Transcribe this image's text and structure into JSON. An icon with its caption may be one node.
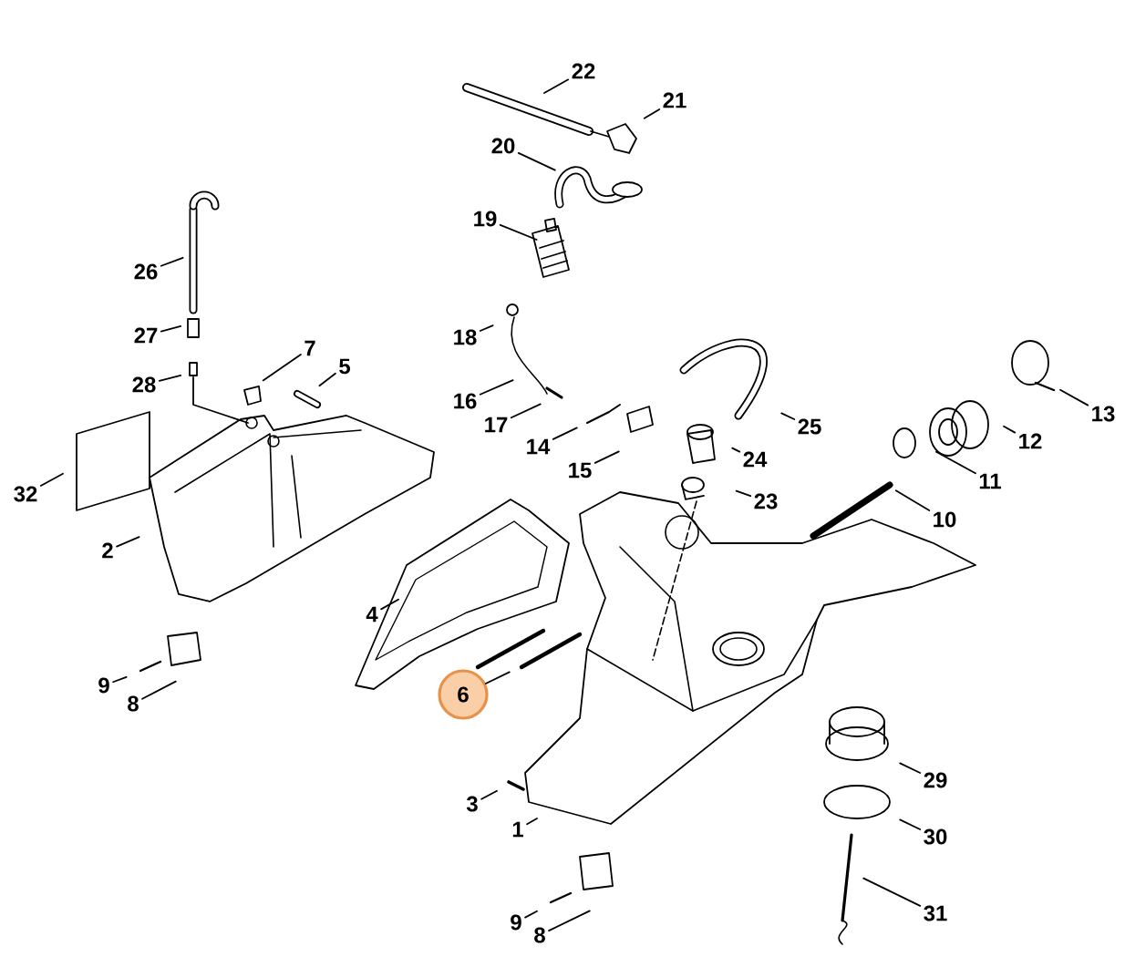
{
  "diagram": {
    "nodes": [
      {
        "text": [
          "22"
        ]
      },
      {
        "text": [
          "21"
        ]
      },
      {
        "text": [
          "20"
        ]
      },
      {
        "text": [
          "19"
        ]
      },
      {
        "text": [
          "26"
        ]
      },
      {
        "text": [
          "18"
        ]
      },
      {
        "text": [
          "27"
        ]
      },
      {
        "text": [
          "7"
        ]
      },
      {
        "text": [
          "5"
        ]
      },
      {
        "text": [
          "28"
        ]
      },
      {
        "text": [
          "16"
        ]
      },
      {
        "text": [
          "13"
        ]
      },
      {
        "text": [
          "17"
        ]
      },
      {
        "text": [
          "25"
        ]
      },
      {
        "text": [
          "14"
        ]
      },
      {
        "text": [
          "12"
        ]
      },
      {
        "text": [
          "24"
        ]
      },
      {
        "text": [
          "15"
        ]
      },
      {
        "text": [
          "11"
        ]
      },
      {
        "text": [
          "32"
        ]
      },
      {
        "text": [
          "23"
        ]
      },
      {
        "text": [
          "10"
        ]
      },
      {
        "text": [
          "2"
        ]
      },
      {
        "text": [
          "4"
        ]
      },
      {
        "text": [
          "9"
        ]
      },
      {
        "text": [
          "6"
        ]
      },
      {
        "text": [
          "8"
        ]
      },
      {
        "text": [
          "29"
        ]
      },
      {
        "text": [
          "3"
        ]
      },
      {
        "text": [
          "30"
        ]
      },
      {
        "text": [
          "1"
        ]
      },
      {
        "text": [
          "31"
        ]
      },
      {
        "text": [
          "9"
        ]
      },
      {
        "text": [
          "8"
        ]
      }
    ],
    "edges": [
      {
        "from": 0,
        "to": null,
        "arrow": "none"
      },
      {
        "from": 1,
        "to": null,
        "arrow": "none"
      },
      {
        "from": 2,
        "to": null,
        "arrow": "none"
      },
      {
        "from": 3,
        "to": null,
        "arrow": "none"
      },
      {
        "from": 4,
        "to": null,
        "arrow": "none"
      },
      {
        "from": 5,
        "to": null,
        "arrow": "none"
      },
      {
        "from": 6,
        "to": null,
        "arrow": "none"
      },
      {
        "from": 7,
        "to": null,
        "arrow": "none"
      },
      {
        "from": 8,
        "to": null,
        "arrow": "none"
      },
      {
        "from": 9,
        "to": null,
        "arrow": "none"
      },
      {
        "from": 10,
        "to": null,
        "arrow": "none"
      },
      {
        "from": 11,
        "to": null,
        "arrow": "none"
      },
      {
        "from": 12,
        "to": null,
        "arrow": "none"
      },
      {
        "from": 13,
        "to": null,
        "arrow": "none"
      },
      {
        "from": 14,
        "to": null,
        "arrow": "none"
      },
      {
        "from": 15,
        "to": null,
        "arrow": "none"
      },
      {
        "from": 16,
        "to": null,
        "arrow": "none"
      },
      {
        "from": 17,
        "to": null,
        "arrow": "none"
      },
      {
        "from": 18,
        "to": null,
        "arrow": "none"
      },
      {
        "from": 19,
        "to": null,
        "arrow": "none"
      },
      {
        "from": 20,
        "to": null,
        "arrow": "none"
      },
      {
        "from": 21,
        "to": null,
        "arrow": "none"
      },
      {
        "from": 22,
        "to": null,
        "arrow": "none"
      },
      {
        "from": 23,
        "to": null,
        "arrow": "none"
      },
      {
        "from": 24,
        "to": null,
        "arrow": "none"
      },
      {
        "from": 25,
        "to": null,
        "arrow": "none"
      },
      {
        "from": 26,
        "to": null,
        "arrow": "none"
      },
      {
        "from": 27,
        "to": null,
        "arrow": "none"
      },
      {
        "from": 28,
        "to": null,
        "arrow": "none"
      },
      {
        "from": 29,
        "to": null,
        "arrow": "none"
      },
      {
        "from": 30,
        "to": null,
        "arrow": "none"
      },
      {
        "from": 31,
        "to": null,
        "arrow": "none"
      },
      {
        "from": 32,
        "to": null,
        "arrow": "none"
      },
      {
        "from": 33,
        "to": null,
        "arrow": "none"
      }
    ]
  }
}
